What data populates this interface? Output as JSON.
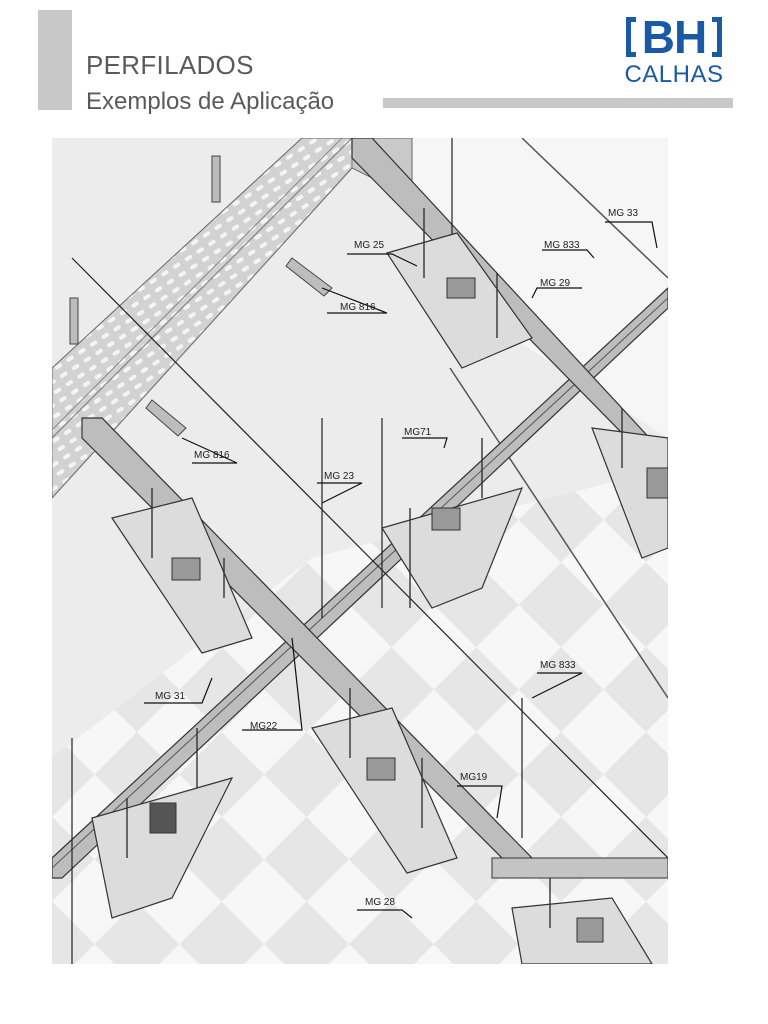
{
  "header": {
    "title": "PERFILADOS",
    "subtitle": "Exemplos de Aplicação"
  },
  "logo": {
    "mark": "BH",
    "name": "CALHAS",
    "color": "#1a5aa5"
  },
  "labels": {
    "mg33": "MG 33",
    "mg833_top": "MG 833",
    "mg25": "MG 25",
    "mg29": "MG 29",
    "mg816_top": "MG 816",
    "mg71": "MG71",
    "mg816_left": "MG 816",
    "mg23": "MG 23",
    "mg833_mid": "MG 833",
    "mg31": "MG 31",
    "mg22": "MG22",
    "mg19": "MG19",
    "mg28": "MG 28"
  }
}
